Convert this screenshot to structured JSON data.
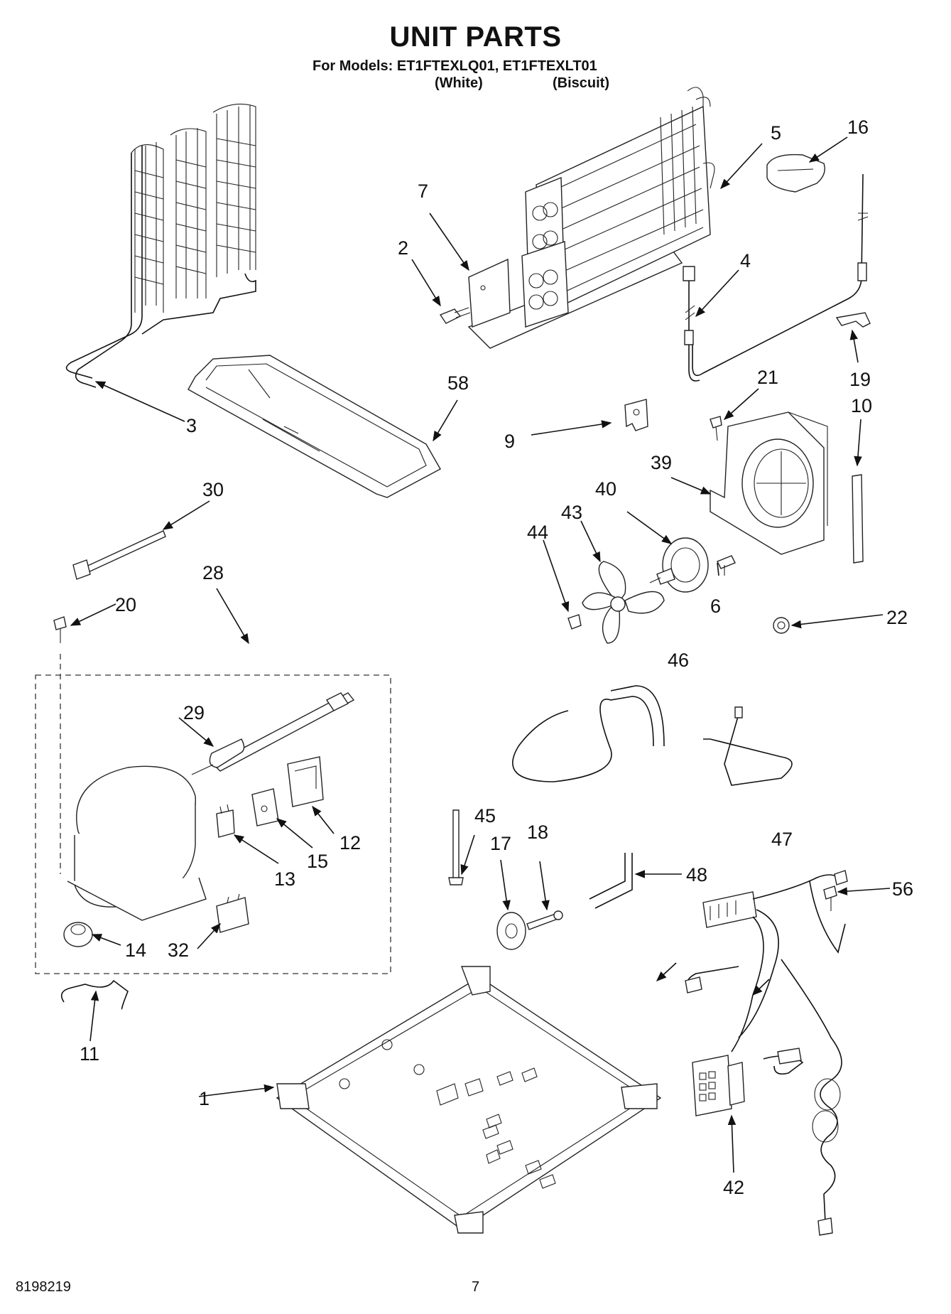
{
  "header": {
    "title": "UNIT PARTS",
    "models_line": "For Models: ET1FTEXLQ01, ET1FTEXLT01",
    "variant_white": "(White)",
    "variant_biscuit": "(Biscuit)"
  },
  "footer": {
    "doc_number": "8198219",
    "page_number": "7"
  },
  "callouts": {
    "c1": "1",
    "c2": "2",
    "c3": "3",
    "c4": "4",
    "c5": "5",
    "c6": "6",
    "c7": "7",
    "c9": "9",
    "c10": "10",
    "c11": "11",
    "c12": "12",
    "c13": "13",
    "c14": "14",
    "c15": "15",
    "c16": "16",
    "c17": "17",
    "c18": "18",
    "c19": "19",
    "c20": "20",
    "c21": "21",
    "c22": "22",
    "c28": "28",
    "c29": "29",
    "c30": "30",
    "c32": "32",
    "c39": "39",
    "c40": "40",
    "c42": "42",
    "c43": "43",
    "c44": "44",
    "c45": "45",
    "c46": "46",
    "c47": "47",
    "c48": "48",
    "c56": "56",
    "c58": "58"
  }
}
